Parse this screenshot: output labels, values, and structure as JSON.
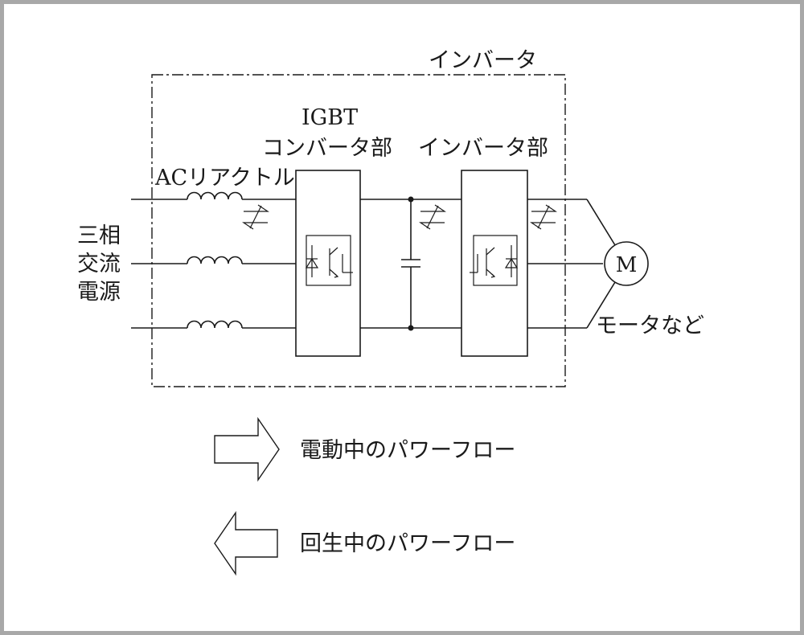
{
  "diagram": {
    "inverter_box_label": "インバータ",
    "converter_label_line1": "IGBT",
    "converter_label_line2": "コンバータ部",
    "inverter_section_label": "インバータ部",
    "reactor_label": "ACリアクトル",
    "source_label_line1": "三相",
    "source_label_line2": "交流",
    "source_label_line3": "電源",
    "motor_symbol": "M",
    "motor_label": "モータなど"
  },
  "legend": {
    "powering_label": "電動中のパワーフロー",
    "regen_label": "回生中のパワーフロー"
  },
  "colors": {
    "line": "#1a1a1a",
    "frame": "#a8a8a8",
    "background": "#ffffff"
  }
}
